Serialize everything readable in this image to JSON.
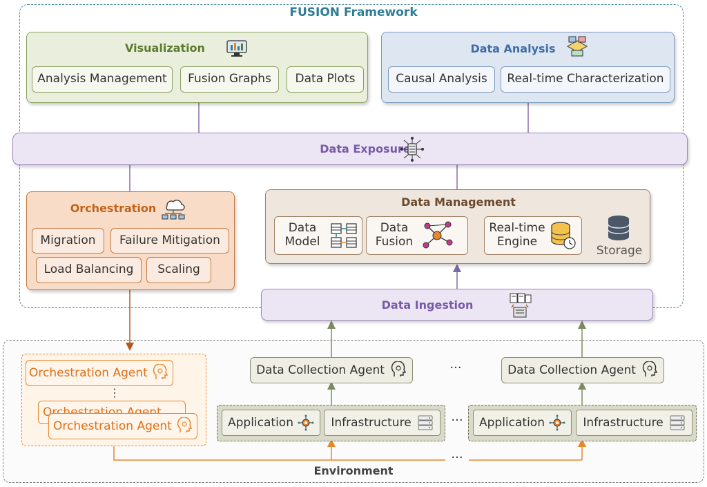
{
  "fusion": {
    "title": "FUSION Framework"
  },
  "visualization": {
    "title": "Visualization",
    "items": [
      "Analysis Management",
      "Fusion Graphs",
      "Data Plots"
    ]
  },
  "data_analysis": {
    "title": "Data Analysis",
    "items": [
      "Causal Analysis",
      "Real-time Characterization"
    ]
  },
  "data_exposure": {
    "title": "Data Exposure"
  },
  "orchestration": {
    "title": "Orchestration",
    "items": [
      "Migration",
      "Failure Mitigation",
      "Load Balancing",
      "Scaling"
    ]
  },
  "data_management": {
    "title": "Data Management",
    "items": [
      {
        "line1": "Data",
        "line2": "Model"
      },
      {
        "line1": "Data",
        "line2": "Fusion"
      },
      {
        "line1": "Real-time",
        "line2": "Engine"
      }
    ],
    "storage": "Storage"
  },
  "data_ingestion": {
    "title": "Data Ingestion"
  },
  "environment": {
    "title": "Environment",
    "orchestration_agent": "Orchestration Agent",
    "collection_agent": "Data Collection Agent",
    "application": "Application",
    "infrastructure": "Infrastructure",
    "ellipsis": "···",
    "ellipsis_vertical": "⋮"
  },
  "colors": {
    "fusion": "#2e7d96",
    "visualization": "#5e7a2e",
    "analysis": "#3f6ea5",
    "exposure": "#7a59a8",
    "orchestration": "#c0621a",
    "management": "#6b4a2e",
    "ingestion": "#7a59a8",
    "agent_orange": "#e8862c"
  }
}
